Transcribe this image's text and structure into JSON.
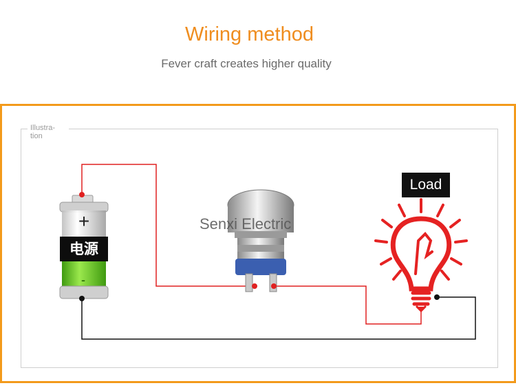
{
  "header": {
    "title": "Wiring method",
    "subtitle": "Fever craft creates higher quality"
  },
  "diagram": {
    "frame_label": "Illustra-\ntion",
    "watermark": "Senxi Electric",
    "load_label": "Load",
    "power_label": "电源",
    "battery_plus": "+",
    "battery_minus": "-"
  },
  "colors": {
    "accent_orange": "#f39a1b",
    "wire_red": "#e02020",
    "wire_black": "#111111",
    "bulb_red": "#e52222",
    "battery_green": "#6fcf2a"
  }
}
